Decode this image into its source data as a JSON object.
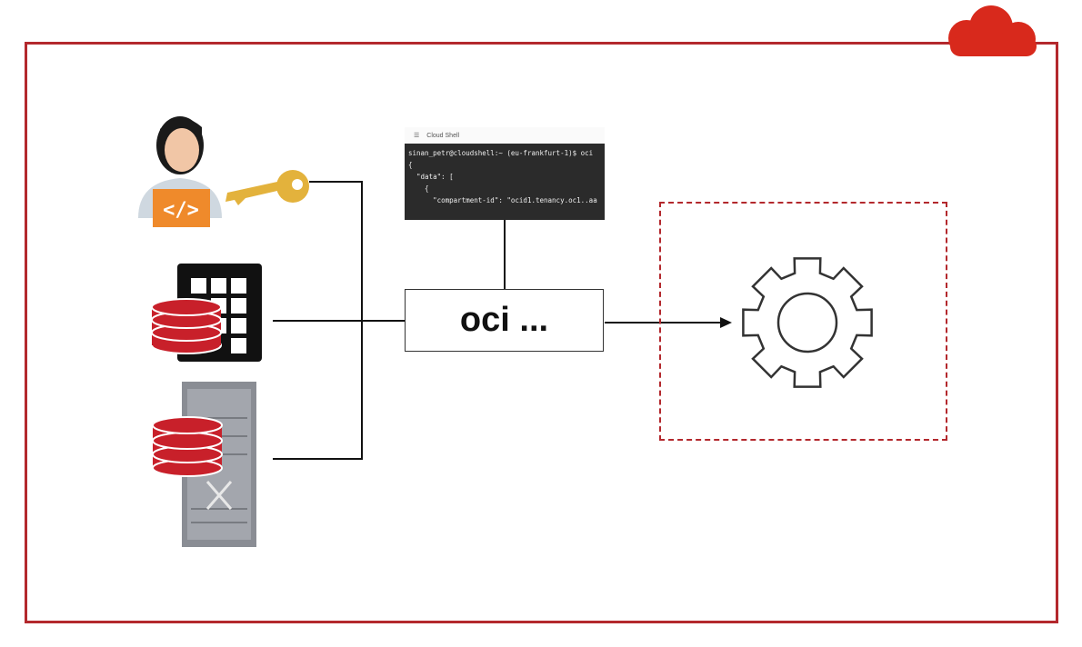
{
  "colors": {
    "frame": "#b3282d",
    "cloud": "#d8291c",
    "key": "#e3b23c",
    "db_red": "#c8202a"
  },
  "cloud_shell": {
    "title": "Cloud Shell",
    "lines": [
      "sinan_petr@cloudshell:~ (eu-frankfurt-1)$ oci",
      "{",
      "  \"data\": [",
      "    {",
      "      \"compartment-id\": \"ocid1.tenancy.oc1..aa"
    ]
  },
  "command_box": {
    "label": "oci ..."
  },
  "icons": [
    "cloud-icon",
    "developer-icon",
    "key-icon",
    "autonomous-database-icon",
    "exadata-server-icon",
    "gear-icon"
  ]
}
